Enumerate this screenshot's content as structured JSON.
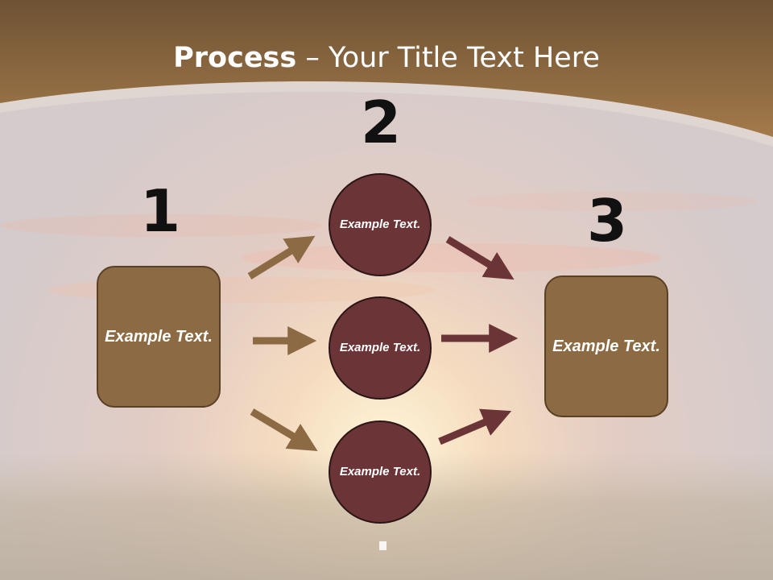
{
  "slide": {
    "title_bold": "Process",
    "title_rest": " – Your Title Text Here",
    "step1": {
      "number": "1",
      "text": "Example Text."
    },
    "step2": {
      "number": "2",
      "circle_top": "Example Text.",
      "circle_middle": "Example Text.",
      "circle_bottom": "Example Text."
    },
    "step3": {
      "number": "3",
      "text": "Example Text."
    }
  },
  "colors": {
    "header_brown": "#8f6a40",
    "box_brown": "#8b6a44",
    "circle_maroon": "#6b3436",
    "arrow_brown": "#8b6a44",
    "arrow_maroon": "#6b3436"
  }
}
